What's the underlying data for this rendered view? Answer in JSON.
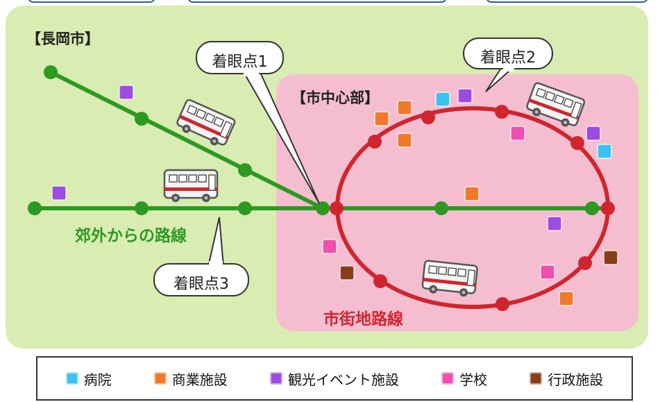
{
  "labels": {
    "city": "【長岡市】",
    "center": "【市中心部】",
    "suburban_line": "郊外からの路線",
    "city_line": "市街地路線"
  },
  "callouts": {
    "point1": "着眼点1",
    "point2": "着眼点2",
    "point3": "着眼点3"
  },
  "colors": {
    "hospital": "#3bc3ef",
    "commercial": "#f07a2a",
    "tourism": "#9b4de0",
    "school": "#ef4fae",
    "government": "#8a3d1a",
    "suburban_line": "#2c9a22",
    "city_line": "#d0252e",
    "map_bg": "#d9ecb1",
    "center_bg": "#f5bed0"
  },
  "legend": [
    {
      "label": "病院",
      "type": "hospital"
    },
    {
      "label": "商業施設",
      "type": "commercial"
    },
    {
      "label": "観光イベント施設",
      "type": "tourism"
    },
    {
      "label": "学校",
      "type": "school"
    },
    {
      "label": "行政施設",
      "type": "government"
    }
  ]
}
